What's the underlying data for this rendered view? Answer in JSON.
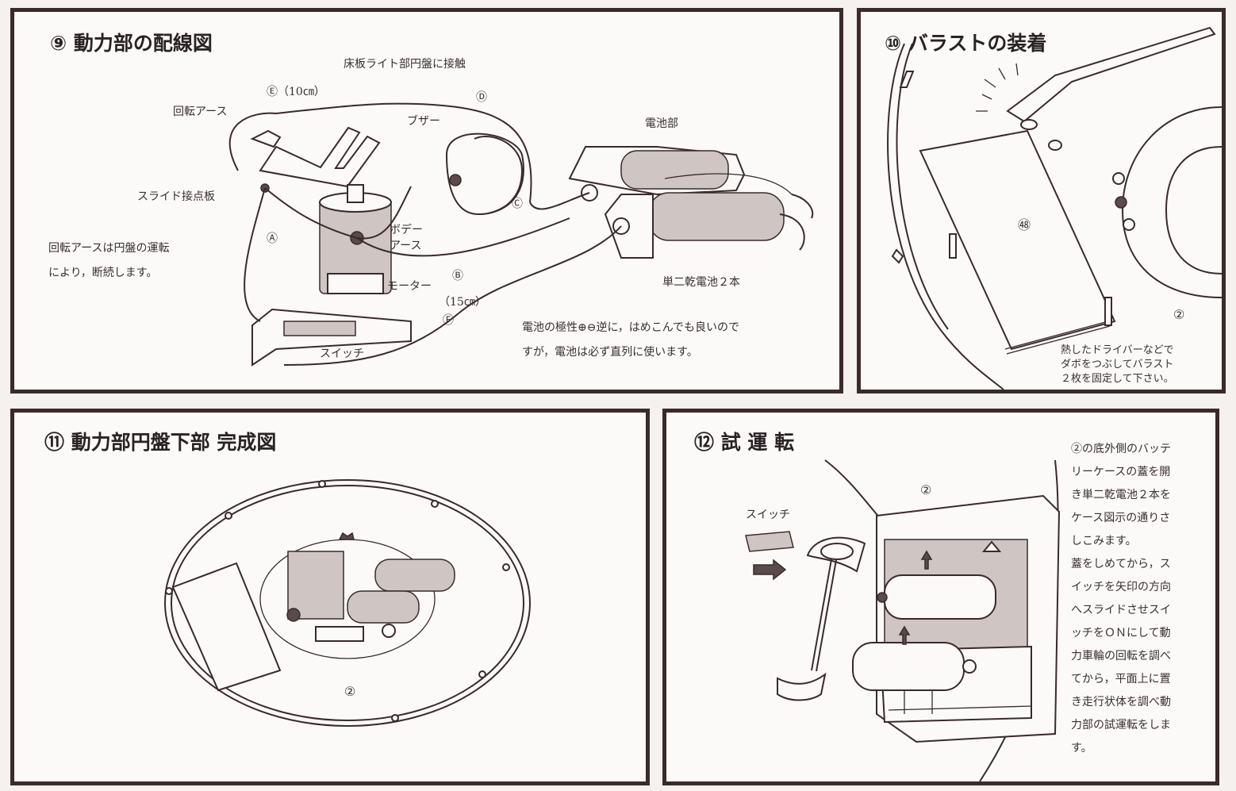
{
  "panel9": {
    "title": "⑨ 動力部の配線図",
    "labels": {
      "floor_contact": "床板ライト部円盤に接触",
      "wire_e": "Ⓔ（10㎝）",
      "wire_d": "Ⓓ",
      "rotary_earth": "回転アース",
      "buzzer": "ブザー",
      "battery_section": "電池部",
      "slide_contact": "スライド接点板",
      "wire_c": "Ⓒ",
      "wire_a": "Ⓐ",
      "body_earth": "ボデー\nアース",
      "wire_b": "Ⓑ",
      "motor": "モーター",
      "wire_b_len": "（15㎝）",
      "wire_f": "Ⓕ",
      "switch": "スイッチ",
      "batteries": "単二乾電池２本"
    },
    "note_left": "回転アースは円盤の運転\nにより，断続します。",
    "note_battery": "電池の極性⊕⊖逆に，はめこんでも良いので\nすが，電池は必ず直列に使います。"
  },
  "panel10": {
    "title": "⑩ バラストの装着",
    "part_number": "㊽",
    "part_ref": "②",
    "note": "熱したドライバーなどで\nダボをつぶしてバラスト\n２枚を固定して下さい。"
  },
  "panel11": {
    "title": "⑪ 動力部円盤下部 完成図",
    "part_ref": "②"
  },
  "panel12": {
    "title": "⑫ 試 運 転",
    "switch_label": "スイッチ",
    "part_ref": "②",
    "instructions": "②の底外側のバッテ\nリーケースの蓋を開\nき単二乾電池２本を\nケース図示の通りさ\nしこみます。\n蓋をしめてから，ス\nイッチを矢印の方向\nへスライドさせスイ\nッチをＯＮにして動\n力車輪の回転を調べ\nてから，平面上に置\nき走行状体を調べ動\n力部の試運転をしま\nす。"
  }
}
